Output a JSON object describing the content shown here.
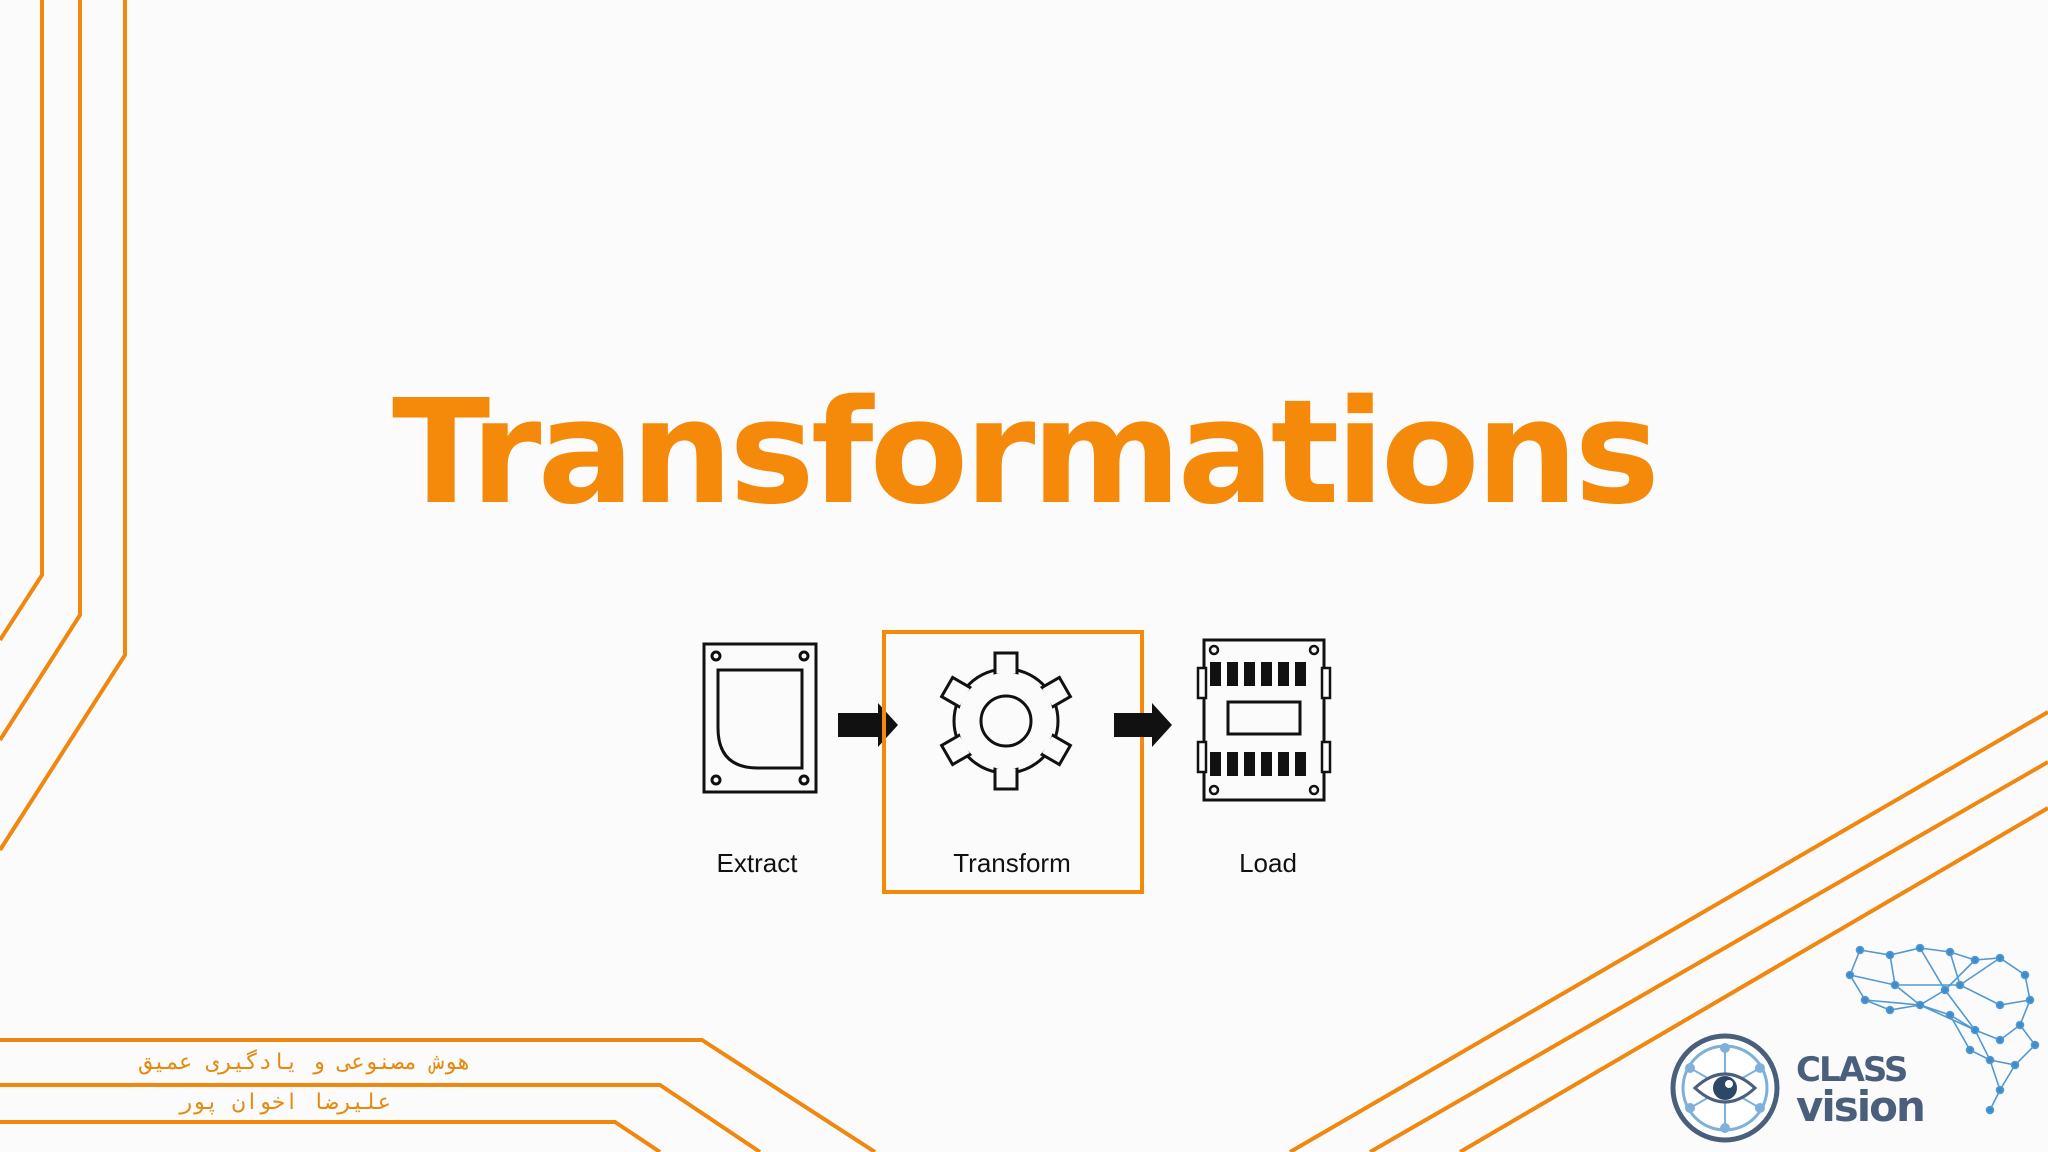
{
  "slide": {
    "title": "Transformations",
    "accent_color": "#f58a0a"
  },
  "diagram": {
    "steps": [
      {
        "label": "Extract",
        "icon": "hard-drive-icon"
      },
      {
        "label": "Transform",
        "icon": "gear-icon",
        "highlighted": true
      },
      {
        "label": "Load",
        "icon": "memory-module-icon"
      }
    ],
    "highlight_color": "#f58a0a"
  },
  "footer": {
    "course_title": "هوش مصنوعی و یادگیری عمیق",
    "instructor": "علیرضا اخوان پور"
  },
  "brand": {
    "line1": "CLASS",
    "line2": "vision",
    "color": "#4a5f7c"
  }
}
